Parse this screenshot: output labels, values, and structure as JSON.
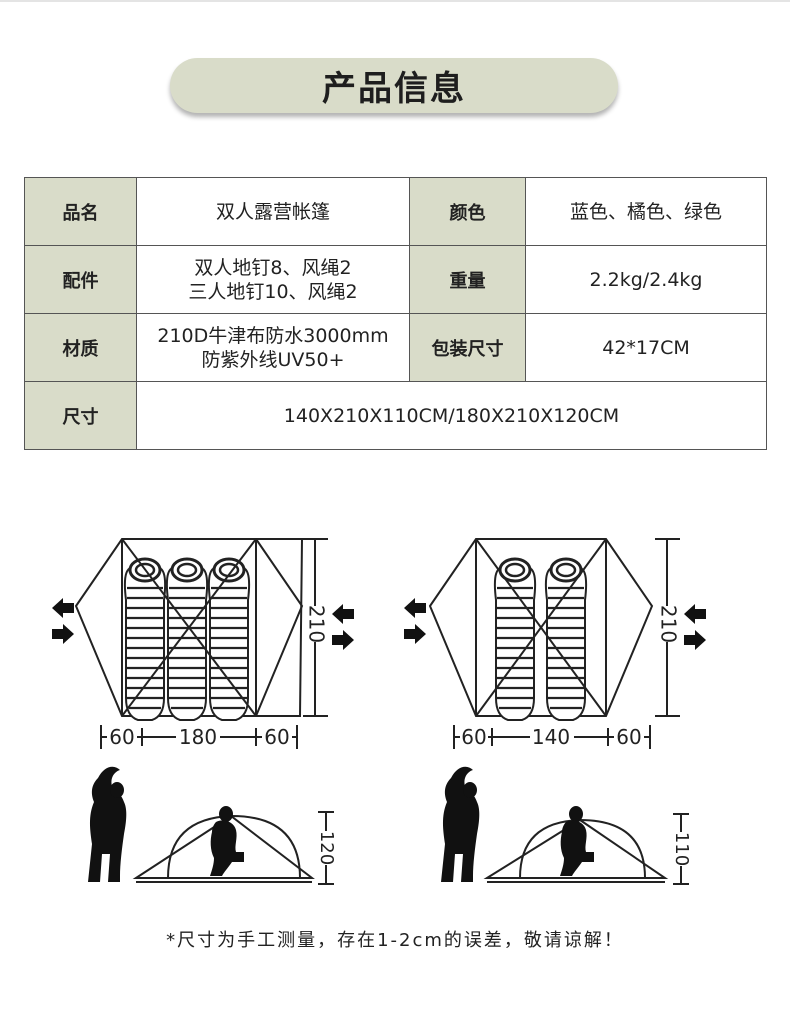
{
  "title": "产品信息",
  "specs": {
    "name_label": "品名",
    "name_value": "双人露营帐篷",
    "color_label": "颜色",
    "color_value": "蓝色、橘色、绿色",
    "accessories_label": "配件",
    "accessories_line1": "双人地钉8、风绳2",
    "accessories_line2": "三人地钉10、风绳2",
    "weight_label": "重量",
    "weight_value": "2.2kg/2.4kg",
    "material_label": "材质",
    "material_line1": "210D牛津布防水3000mm",
    "material_line2": "防紫外线UV50+",
    "package_label": "包装尺寸",
    "package_value": "42*17CM",
    "size_label": "尺寸",
    "size_value": "140X210X110CM/180X210X120CM"
  },
  "diagrams": {
    "three_person": {
      "depth": "210",
      "side_left": "60",
      "width": "180",
      "side_right": "60",
      "height": "120"
    },
    "two_person": {
      "depth": "210",
      "side_left": "60",
      "width": "140",
      "side_right": "60",
      "height": "110"
    }
  },
  "note": "*尺寸为手工测量，存在1-2cm的误差，敬请谅解！",
  "colors": {
    "label_bg": "#d9dcc9",
    "line": "#222222"
  }
}
